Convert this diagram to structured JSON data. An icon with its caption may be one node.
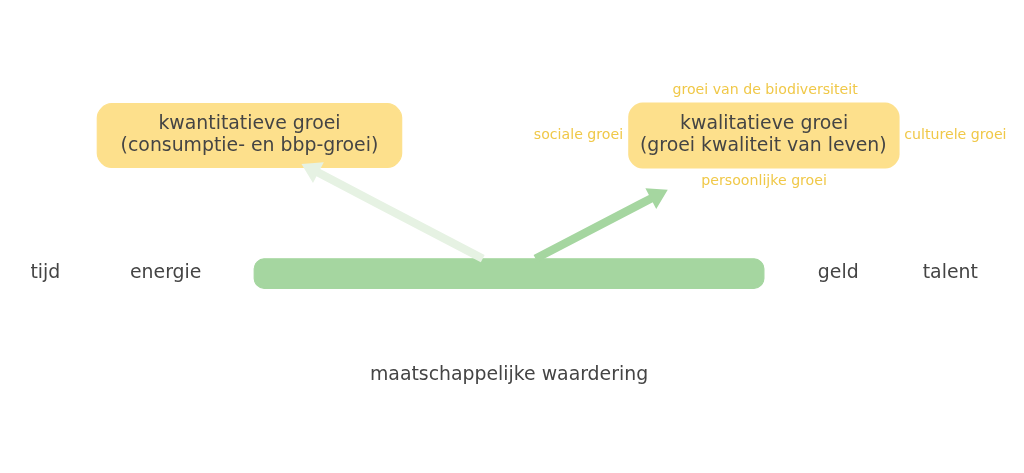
{
  "diagram": {
    "nodes": [
      {
        "text": [
          "kwantitatieve groei",
          "(consumptie- en bbp-groei)"
        ]
      },
      {
        "text": [
          "kwalitatieve groei",
          "(groei kwaliteit van leven)"
        ],
        "beside": [
          "groei van de biodiversiteit",
          "sociale groei",
          "culturele groei",
          "persoonlijke groei"
        ]
      },
      {
        "text": [],
        "shape": "band"
      }
    ],
    "edges": [
      {
        "from": 2,
        "to": 0,
        "arrow": "to",
        "color": "#e6f2e3"
      },
      {
        "from": 2,
        "to": 1,
        "arrow": "to"
      }
    ],
    "labels": [
      "tijd",
      "geld",
      "energie",
      "talent",
      "maatschappelijke waardering"
    ]
  }
}
